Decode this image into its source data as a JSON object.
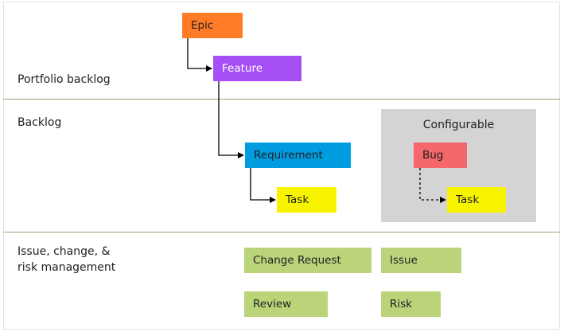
{
  "lanes": {
    "portfolio": "Portfolio backlog",
    "backlog": "Backlog",
    "issue": "Issue, change, &\nrisk management"
  },
  "configurable": {
    "title": "Configurable"
  },
  "items": {
    "epic": "Epic",
    "feature": "Feature",
    "requirement": "Requirement",
    "task": "Task",
    "bug": "Bug",
    "bug_task": "Task",
    "change_request": "Change Request",
    "issue": "Issue",
    "review": "Review",
    "risk": "Risk"
  },
  "colors": {
    "epic": "#ff7b26",
    "feature": "#a64ff5",
    "requirement": "#009ce0",
    "task": "#f8f400",
    "bug": "#f4676a",
    "green": "#bbd47a",
    "divider": "#9aa37a",
    "configurable_bg": "#d4d4d4"
  }
}
